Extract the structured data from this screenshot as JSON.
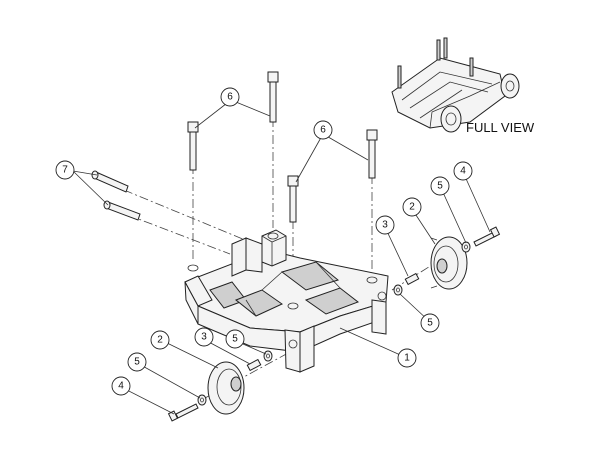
{
  "full_view_label": "FULL VIEW",
  "callouts": [
    {
      "id": "c1",
      "label": "1"
    },
    {
      "id": "c2a",
      "label": "2"
    },
    {
      "id": "c2b",
      "label": "2"
    },
    {
      "id": "c3a",
      "label": "3"
    },
    {
      "id": "c3b",
      "label": "3"
    },
    {
      "id": "c4a",
      "label": "4"
    },
    {
      "id": "c4b",
      "label": "4"
    },
    {
      "id": "c5a",
      "label": "5"
    },
    {
      "id": "c5b",
      "label": "5"
    },
    {
      "id": "c5c",
      "label": "5"
    },
    {
      "id": "c5d",
      "label": "5"
    },
    {
      "id": "c6a",
      "label": "6"
    },
    {
      "id": "c6b",
      "label": "6"
    },
    {
      "id": "c7",
      "label": "7"
    }
  ]
}
